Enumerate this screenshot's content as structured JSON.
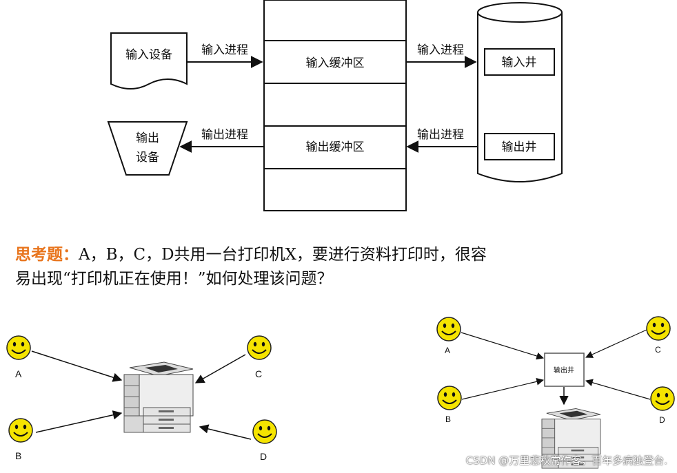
{
  "spooling_diagram": {
    "input_device": "输入设备",
    "output_device_line1": "输出",
    "output_device_line2": "设备",
    "input_process_left": "输入进程",
    "output_process_left": "输出进程",
    "input_buffer": "输入缓冲区",
    "output_buffer": "输出缓冲区",
    "input_process_right": "输入进程",
    "output_process_right": "输出进程",
    "input_well": "输入井",
    "output_well": "输出井"
  },
  "question": {
    "label": "思考题：",
    "line1": "A，B，C，D共用一台打印机X，要进行资料打印时，很容",
    "line2": "易出现“打印机正在使用！”如何处理该问题？"
  },
  "left_scenario": {
    "users": [
      "A",
      "B",
      "C",
      "D"
    ]
  },
  "right_scenario": {
    "users": [
      "A",
      "B",
      "C",
      "D"
    ],
    "well_label": "输出井"
  },
  "watermark": "CSDN @万里悲秋常作客，百年多病独登台.",
  "colors": {
    "question_label": "#e8741c",
    "smiley_fill": "#f5e400",
    "smiley_stroke": "#222222"
  },
  "icons": [
    "smiley-icon",
    "printer-icon",
    "arrow-icon"
  ]
}
